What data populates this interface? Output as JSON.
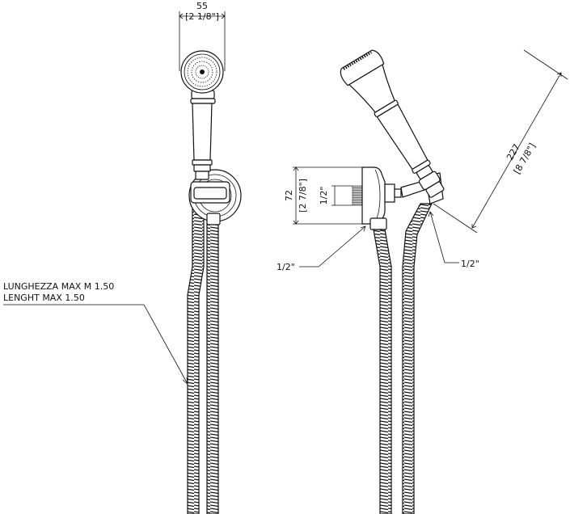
{
  "diagram": {
    "labels": {
      "width_mm": "55",
      "width_in": "[2 1/8\"]",
      "height_mm": "72",
      "height_in": "[2 7/8\"]",
      "inner_thread": "1/2\"",
      "length_mm": "227",
      "length_in": "[8 7/8\"]",
      "left_conn": "1/2\"",
      "right_conn": "1/2\"",
      "hose_note_it": "LUNGHEZZA MAX M 1.50",
      "hose_note_en": "LENGHT MAX 1.50"
    }
  }
}
